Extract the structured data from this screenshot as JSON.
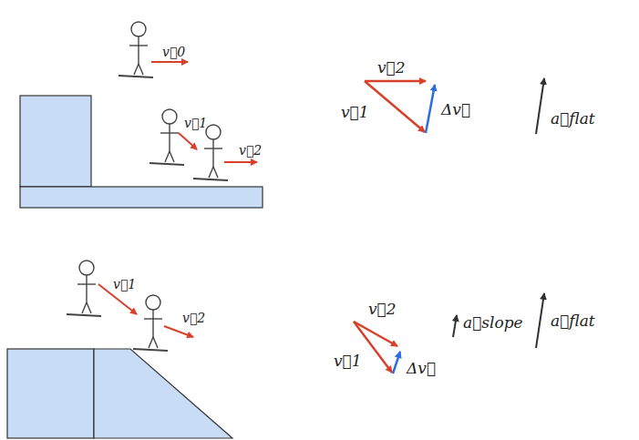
{
  "diagram": {
    "labels": [
      "v⃗0",
      "v⃗1",
      "v⃗2",
      "v⃗2",
      "v⃗1",
      "Δv⃗",
      "a⃗flat",
      "v⃗1",
      "v⃗2",
      "v⃗2",
      "v⃗1",
      "Δv⃗",
      "a⃗slope",
      "a⃗flat"
    ]
  }
}
